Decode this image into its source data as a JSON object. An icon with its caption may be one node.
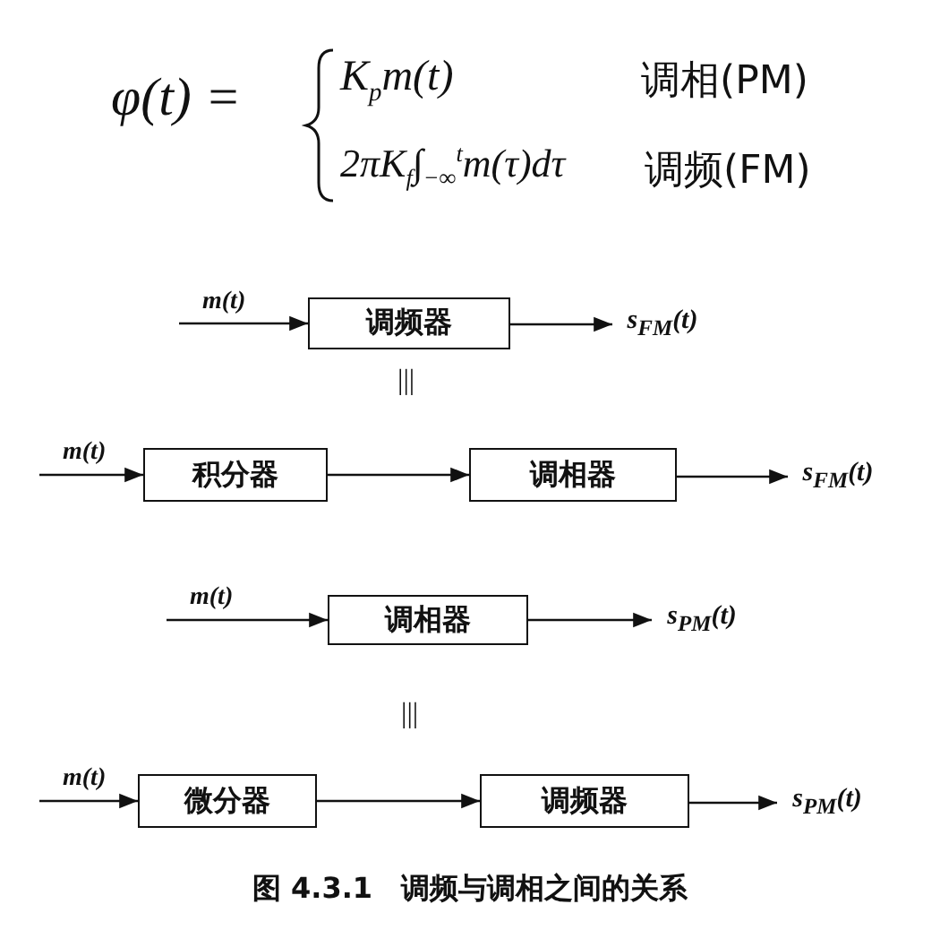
{
  "diagram": {
    "caption": "图 4.3.1　调频与调相之间的关系",
    "nodes": [
      {
        "text": [
          "调频器"
        ]
      },
      {
        "text": [
          "s$_{FM}$(t)"
        ]
      },
      {
        "text": [
          "积分器"
        ]
      },
      {
        "text": [
          "调相器"
        ]
      },
      {
        "text": [
          "s$_{FM}$(t)"
        ]
      },
      {
        "text": [
          "调相器"
        ]
      },
      {
        "text": [
          "s$_{PM}$(t)"
        ]
      },
      {
        "text": [
          "微分器"
        ]
      },
      {
        "text": [
          "调频器"
        ]
      },
      {
        "text": [
          "s$_{PM}$(t)"
        ]
      }
    ],
    "edges": [
      {
        "from": null,
        "to": 0,
        "arrow": "to",
        "label": "m(t)"
      },
      {
        "from": 0,
        "to": 1,
        "arrow": "to"
      },
      {
        "from": null,
        "to": 2,
        "arrow": "to",
        "label": "m(t)"
      },
      {
        "from": 2,
        "to": 3,
        "arrow": "to"
      },
      {
        "from": 3,
        "to": 4,
        "arrow": "to"
      },
      {
        "from": null,
        "to": 5,
        "arrow": "to",
        "label": "m(t)"
      },
      {
        "from": 5,
        "to": 6,
        "arrow": "to"
      },
      {
        "from": null,
        "to": 7,
        "arrow": "to",
        "label": "m(t)"
      },
      {
        "from": 7,
        "to": 8,
        "arrow": "to"
      },
      {
        "from": 8,
        "to": 9,
        "arrow": "to"
      }
    ],
    "labels": [
      "φ(t) =",
      "K$_{p}$m(t)",
      "调相(PM)",
      "2πK$_{f}$∫$_{−∞}$$^{t}$m(τ)dτ",
      "调频(FM)",
      "|||",
      "|||"
    ]
  }
}
